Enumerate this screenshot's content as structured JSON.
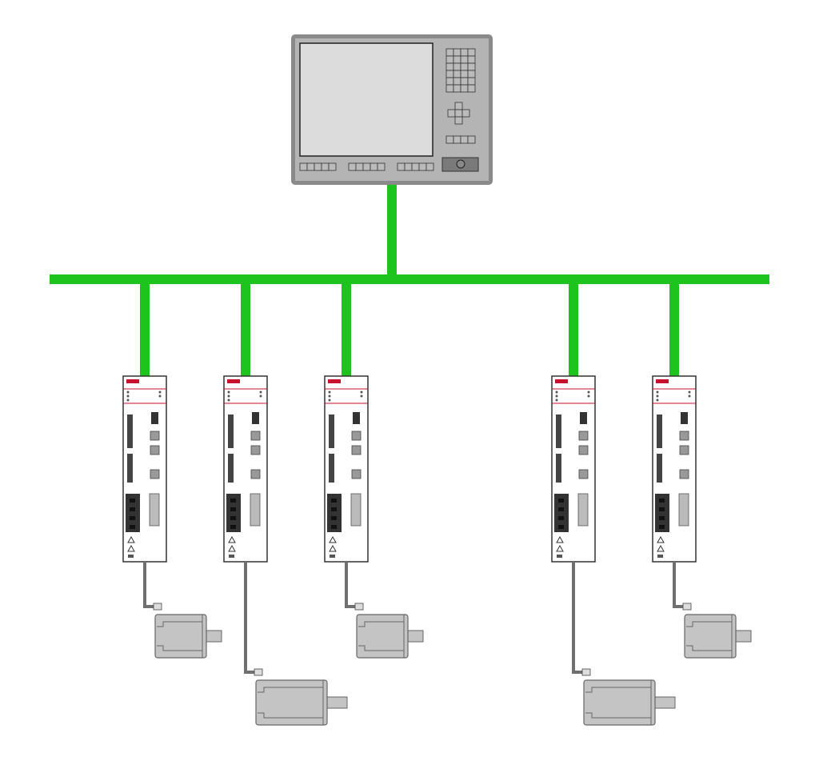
{
  "colors": {
    "bus": "#1ec41e",
    "hmi_frame": "#8a8a8a",
    "hmi_panel": "#b4b4b4",
    "hmi_screen": "#dcdcdc",
    "drive_body": "#ffffff",
    "drive_accent": "#c8102e",
    "motor_body": "#c4c4c4",
    "cable": "#707070"
  },
  "diagram": {
    "hmi": {
      "keypad_rows": 6,
      "keypad_cols": 4
    },
    "drives": [
      {
        "id": "drive-1",
        "motor": "small"
      },
      {
        "id": "drive-2",
        "motor": "large"
      },
      {
        "id": "drive-3",
        "motor": "small"
      },
      {
        "id": "drive-4",
        "motor": "large"
      },
      {
        "id": "drive-5",
        "motor": "small"
      }
    ]
  }
}
